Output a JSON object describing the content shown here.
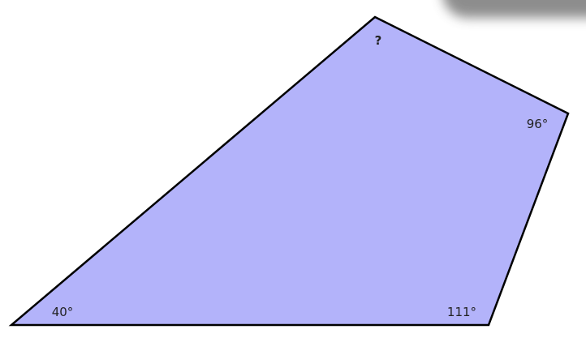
{
  "figure": {
    "fill_color": "#b3b3fa",
    "stroke_color": "#000000",
    "angles": {
      "top": "?",
      "right": "96°",
      "bottom_right": "111°",
      "bottom_left": "40°"
    }
  }
}
